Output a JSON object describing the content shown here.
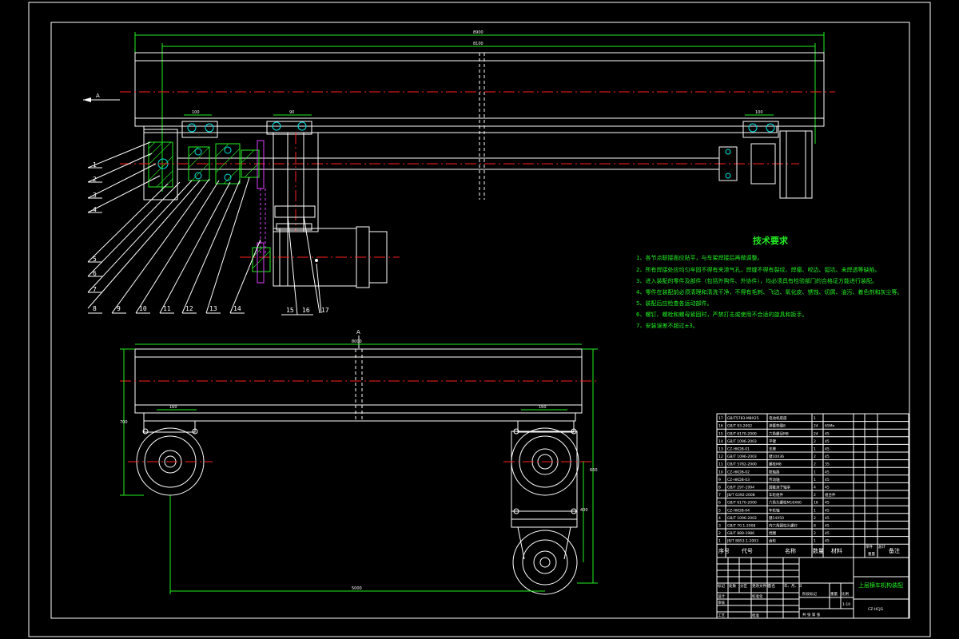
{
  "view_marker": "A",
  "dimensions": {
    "top_overall": "8900",
    "top_inner": "8100",
    "top_bearing_left": "100",
    "top_bearing_mid": "90",
    "top_bearing_right": "100",
    "front_overall": "8000",
    "front_left_block": "160",
    "front_right_block": "160",
    "front_wheelbase": "5000",
    "front_height_left": "700",
    "front_height_right": "660",
    "front_height_inner": "400"
  },
  "part_numbers": [
    "1",
    "2",
    "3",
    "4",
    "5",
    "6",
    "7",
    "8",
    "9",
    "10",
    "11",
    "12",
    "13",
    "14",
    "15",
    "16",
    "17"
  ],
  "tech_requirements": {
    "title": "技术要求",
    "items": [
      "1、各节点联接面应贴平，与车架焊接后再做调整。",
      "2、所有焊接处应均匀牢固不得有夹渣气孔，焊缝不得有裂纹、焊瘤、咬边、弧坑、未焊透等缺陷。",
      "3、进入装配的零件及部件（包括外购件、外协件），均必须具有检验部门的合格证方能进行装配。",
      "4、零件在装配前必须清理和清洗干净，不得有毛刺、飞边、氧化皮、锈蚀、切屑、油污、着色剂和灰尘等。",
      "5、装配后应检查各运动部件。",
      "6、螺钉、螺栓和螺母紧固时，严禁打击或使用不合适的旋具和扳手。",
      "7、安装误差不超过±3。"
    ]
  },
  "bom": {
    "rows": [
      {
        "no": "17",
        "code": "GB/T5783-M8X25",
        "name": "电动机底座",
        "qty": "1",
        "mat": "",
        "note": ""
      },
      {
        "no": "16",
        "code": "GB/T 93-2002",
        "name": "弹簧垫圈8",
        "qty": "24",
        "mat": "65Mn",
        "note": ""
      },
      {
        "no": "15",
        "code": "GB/T 6170-2000",
        "name": "六角螺母M8",
        "qty": "24",
        "mat": "45",
        "note": ""
      },
      {
        "no": "14",
        "code": "GB/T 1096-2003",
        "name": "平键",
        "qty": "2",
        "mat": "45",
        "note": ""
      },
      {
        "no": "13",
        "code": "CZ-HKDB-01",
        "name": "支座",
        "qty": "1",
        "mat": "45",
        "note": ""
      },
      {
        "no": "12",
        "code": "GB/T 1096-2003",
        "name": "键10X36",
        "qty": "2",
        "mat": "45",
        "note": ""
      },
      {
        "no": "11",
        "code": "GB/T 5782-2000",
        "name": "螺栓M8",
        "qty": "2",
        "mat": "35",
        "note": ""
      },
      {
        "no": "10",
        "code": "CZ-HKDB-02",
        "name": "联轴器",
        "qty": "1",
        "mat": "45",
        "note": ""
      },
      {
        "no": "9",
        "code": "CZ-HKDB-03",
        "name": "传动轴",
        "qty": "1",
        "mat": "45",
        "note": ""
      },
      {
        "no": "8",
        "code": "GB/T 297-1994",
        "name": "圆锥滚子轴承",
        "qty": "4",
        "mat": "45",
        "note": ""
      },
      {
        "no": "7",
        "code": "JB/T 6392-2008",
        "name": "车轮组件",
        "qty": "2",
        "mat": "组合件",
        "note": ""
      },
      {
        "no": "6",
        "code": "GB/T 6170-2000",
        "name": "六角头螺栓M16X60",
        "qty": "16",
        "mat": "45",
        "note": ""
      },
      {
        "no": "5",
        "code": "CZ-HKDB-04",
        "name": "车轮轴",
        "qty": "1",
        "mat": "45",
        "note": ""
      },
      {
        "no": "4",
        "code": "GB/T 1096-2003",
        "name": "键14X50",
        "qty": "2",
        "mat": "45",
        "note": ""
      },
      {
        "no": "3",
        "code": "GB/T 70.1-2008",
        "name": "内六角圆柱头螺钉",
        "qty": "8",
        "mat": "45",
        "note": ""
      },
      {
        "no": "2",
        "code": "GB/T 889-1986",
        "name": "挡圈",
        "qty": "2",
        "mat": "45",
        "note": ""
      },
      {
        "no": "1",
        "code": "JB/T 8853.1-2003",
        "name": "齿轮",
        "qty": "1",
        "mat": "45",
        "note": ""
      }
    ],
    "header": {
      "no": "序号",
      "code": "代号",
      "name": "名称",
      "qty": "数量",
      "mat": "材料",
      "single": "单件",
      "total": "总计",
      "weight": "重量",
      "note": "备注"
    }
  },
  "title_block": {
    "drawing_title": "上层横车机构装配",
    "drawing_code": "CZ-HCJG",
    "stage_label": "阶段标记",
    "weight_label": "重量",
    "scale_label": "比例",
    "scale_value": "1:10",
    "sheet_text": "共   张   第   张",
    "rev_labels": [
      "标记",
      "处数",
      "分区",
      "更改文件号",
      "签名",
      "年、月、日"
    ],
    "role_labels": [
      "设计",
      "审核",
      "工艺",
      "标准化",
      "批准"
    ]
  }
}
